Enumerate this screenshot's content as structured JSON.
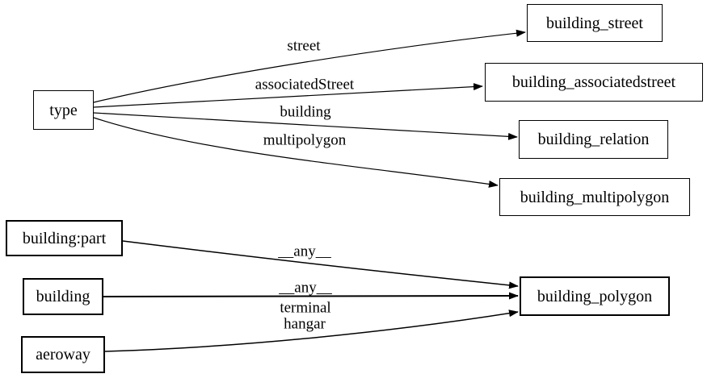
{
  "diagram": {
    "type": "directed-graph",
    "background_color": "#ffffff",
    "stroke_color": "#000000",
    "text_color": "#000000",
    "nodes": [
      {
        "id": "type",
        "label": "type"
      },
      {
        "id": "building_street",
        "label": "building_street"
      },
      {
        "id": "building_associatedstreet",
        "label": "building_associatedstreet"
      },
      {
        "id": "building_relation",
        "label": "building_relation"
      },
      {
        "id": "building_multipolygon",
        "label": "building_multipolygon"
      },
      {
        "id": "building:part",
        "label": "building:part"
      },
      {
        "id": "building",
        "label": "building"
      },
      {
        "id": "aeroway",
        "label": "aeroway"
      },
      {
        "id": "building_polygon",
        "label": "building_polygon"
      }
    ],
    "edges": [
      {
        "from": "type",
        "to": "building_street",
        "labels": [
          "street"
        ]
      },
      {
        "from": "type",
        "to": "building_associatedstreet",
        "labels": [
          "associatedStreet"
        ]
      },
      {
        "from": "type",
        "to": "building_relation",
        "labels": [
          "building"
        ]
      },
      {
        "from": "type",
        "to": "building_multipolygon",
        "labels": [
          "multipolygon"
        ]
      },
      {
        "from": "building:part",
        "to": "building_polygon",
        "labels": [
          "__any__"
        ]
      },
      {
        "from": "building",
        "to": "building_polygon",
        "labels": [
          "__any__"
        ]
      },
      {
        "from": "aeroway",
        "to": "building_polygon",
        "labels": [
          "terminal",
          "hangar"
        ]
      }
    ]
  }
}
